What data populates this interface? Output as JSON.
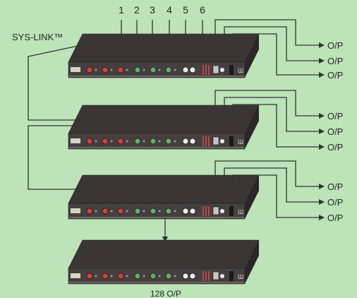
{
  "input_numbers": [
    "1",
    "2",
    "3",
    "4",
    "5",
    "6"
  ],
  "sys_link_label": "SYS-LINK™",
  "output_label": "O/P",
  "total_outputs_label": "128 O/P",
  "unit_count": 4,
  "outputs_per_unit": 3,
  "colors": {
    "background": "#bde3b9",
    "line": "#2f3630",
    "chassis_top": "#3b3536",
    "front_panel": "#45403f",
    "knob_red": "#d8403a",
    "knob_green": "#5fb070",
    "knob_white": "#eef0ee"
  },
  "icons": [
    "arrow-head-icon",
    "knob-icon",
    "led-icon",
    "power-switch-icon",
    "logo-badge-icon"
  ]
}
